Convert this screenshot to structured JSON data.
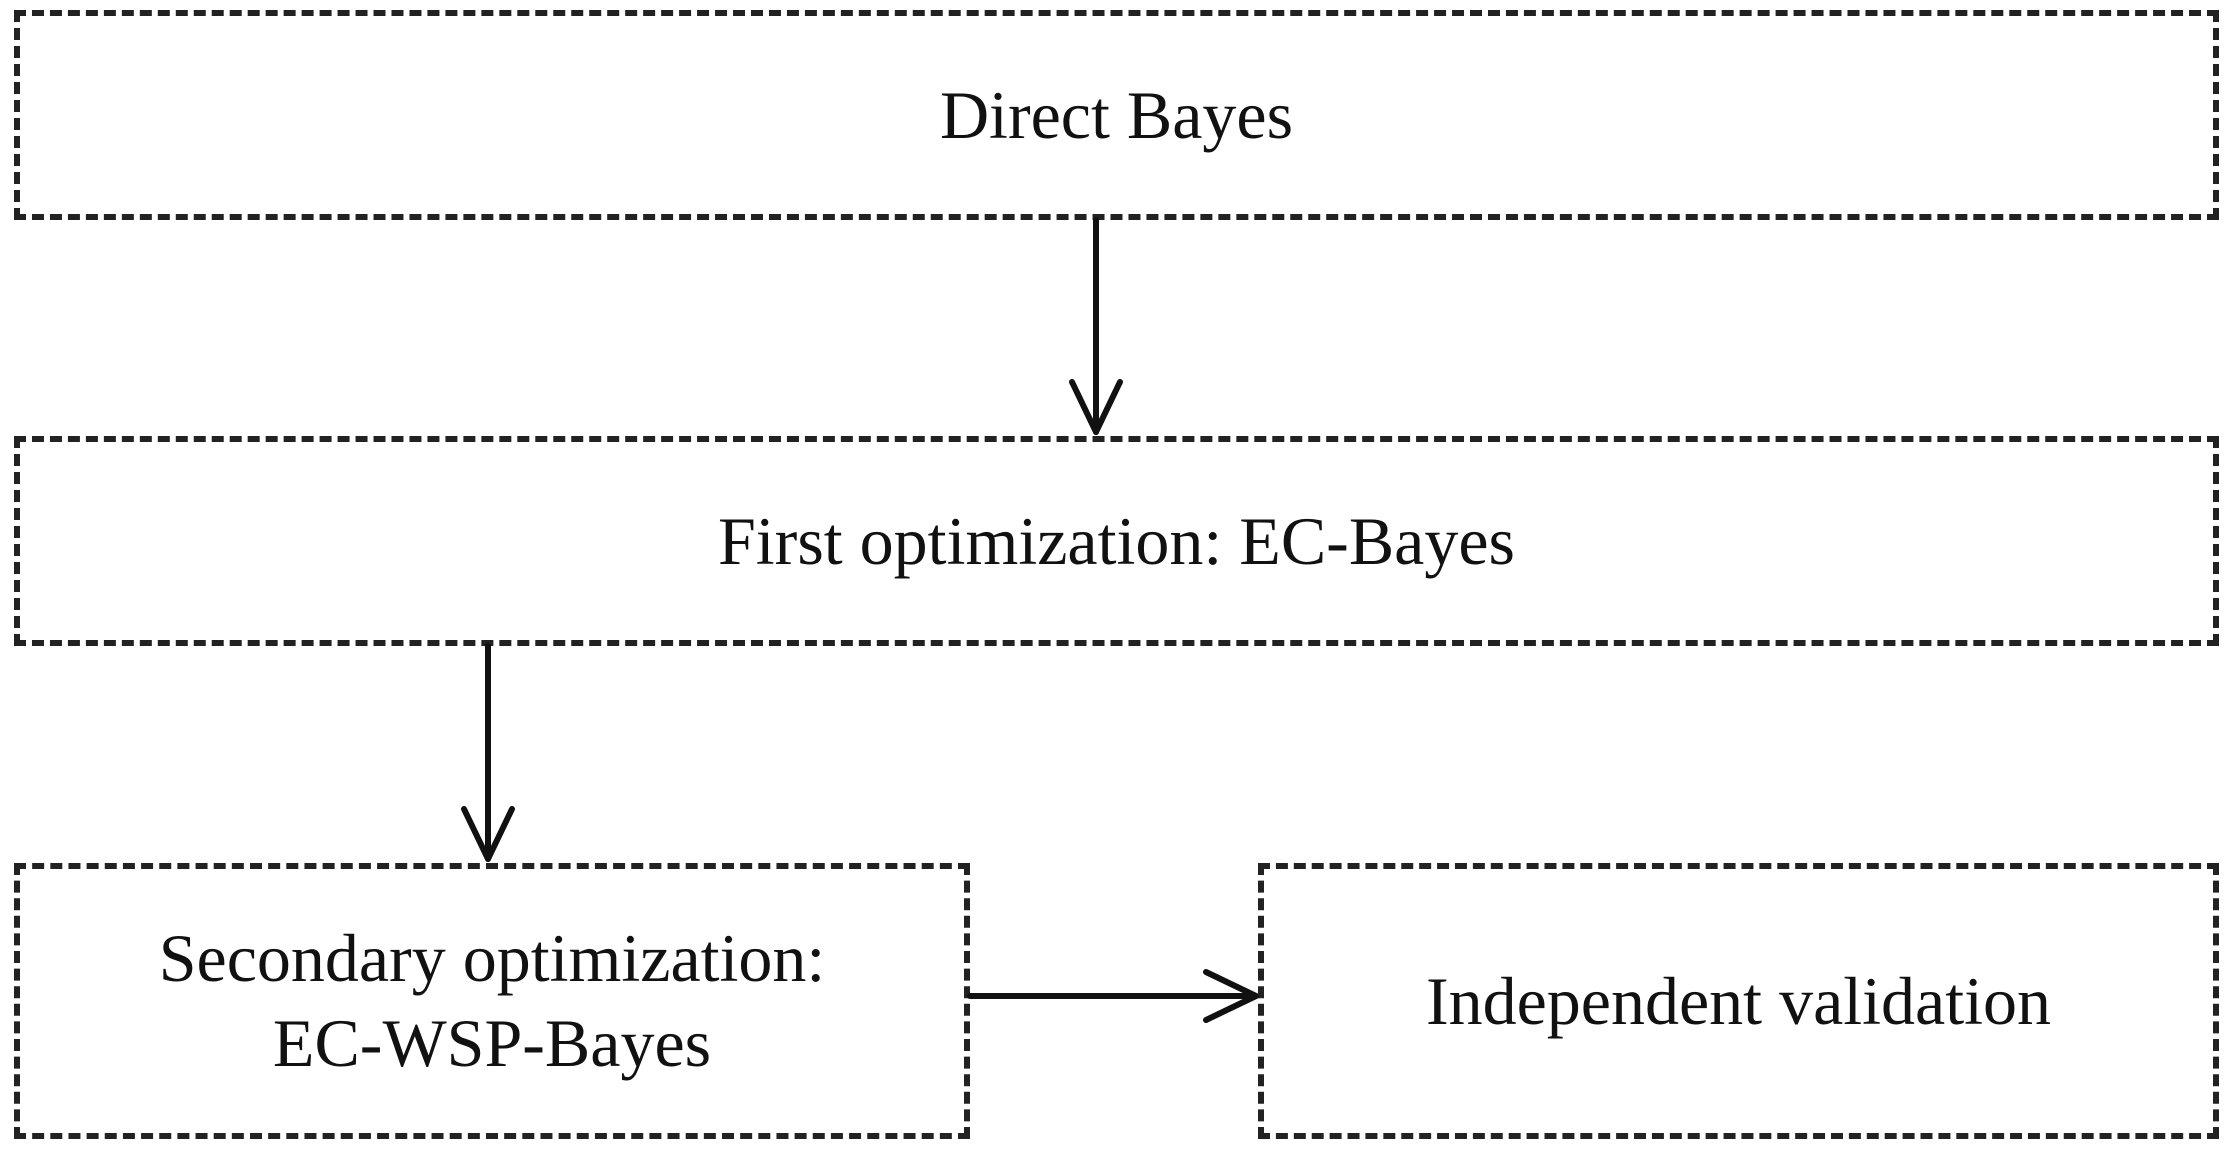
{
  "diagram": {
    "nodes": {
      "direct_bayes": "Direct Bayes",
      "first_optimization": "First optimization: EC-Bayes",
      "secondary_optimization": "Secondary optimization:\nEC-WSP-Bayes",
      "independent_validation": "Independent validation"
    },
    "edges": [
      {
        "from": "direct_bayes",
        "to": "first_optimization"
      },
      {
        "from": "first_optimization",
        "to": "secondary_optimization"
      },
      {
        "from": "secondary_optimization",
        "to": "independent_validation"
      }
    ],
    "colors": {
      "border": "#222222",
      "arrow": "#111111",
      "text": "#111111",
      "background": "#ffffff"
    }
  }
}
